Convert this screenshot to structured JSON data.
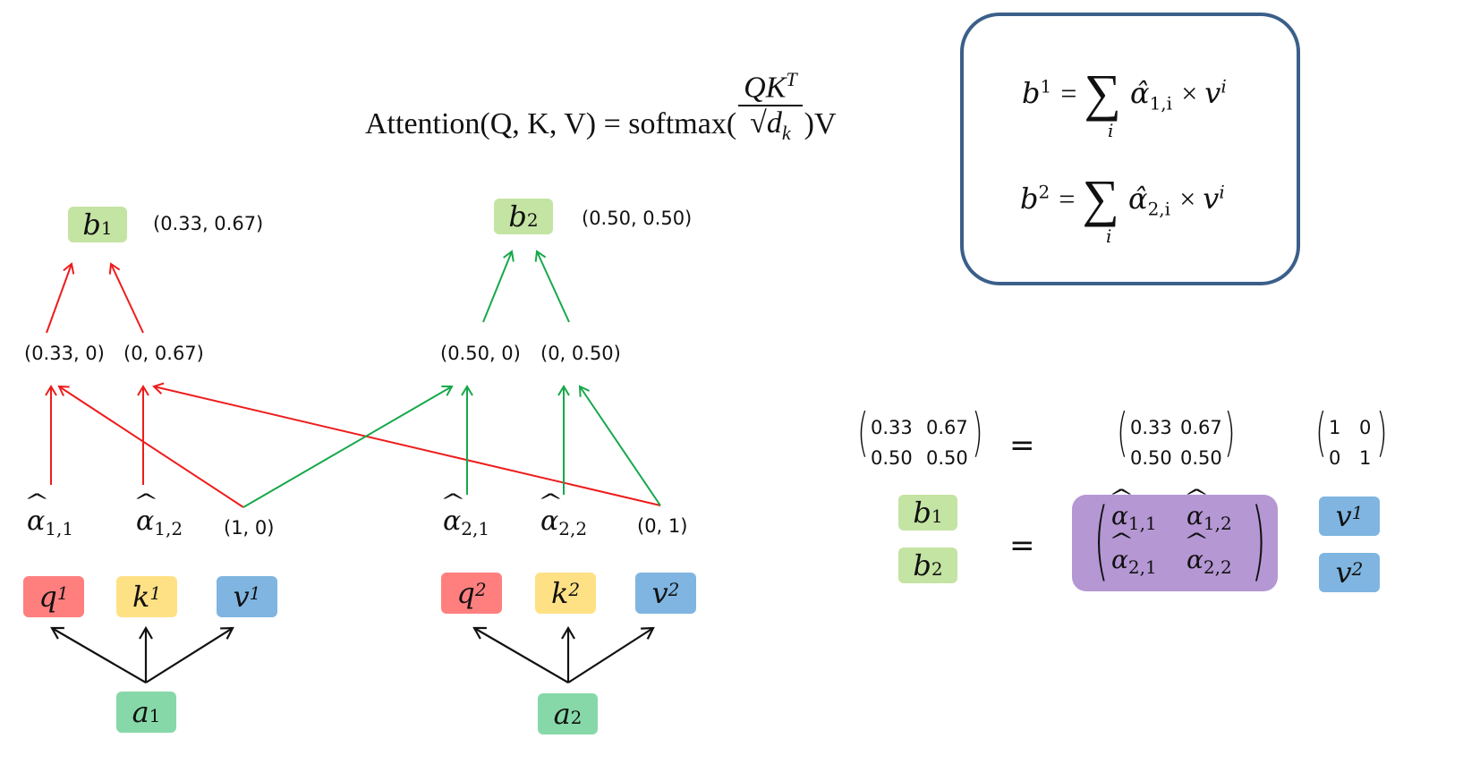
{
  "formula": {
    "lhs": "Attention(Q, K, V) = softmax(",
    "num": "QK",
    "num_sup": "T",
    "den": "d",
    "den_sub": "k",
    "rhs": ")V"
  },
  "summary_box": {
    "line1": {
      "lhs": "b",
      "lhs_sup": "1",
      "sum_index": "i",
      "alpha_sub": "1,i",
      "v_sup": "i"
    },
    "line2": {
      "lhs": "b",
      "lhs_sup": "2",
      "sum_index": "i",
      "alpha_sub": "2,i",
      "v_sup": "i"
    }
  },
  "left_tree": {
    "output": {
      "base": "b",
      "sub": "1"
    },
    "output_value": "(0.33, 0.67)",
    "weighted": [
      "(0.33, 0)",
      "(0, 0.67)"
    ],
    "alphas": [
      {
        "sub": "1,1"
      },
      {
        "sub": "1,2"
      }
    ],
    "value_vec": "(1, 0)",
    "qkv": [
      {
        "base": "q",
        "sup": "1"
      },
      {
        "base": "k",
        "sup": "1"
      },
      {
        "base": "v",
        "sup": "1"
      }
    ],
    "input": {
      "base": "a",
      "sub": "1"
    }
  },
  "right_tree": {
    "output": {
      "base": "b",
      "sub": "2"
    },
    "output_value": "(0.50, 0.50)",
    "weighted": [
      "(0.50, 0)",
      "(0, 0.50)"
    ],
    "alphas": [
      {
        "sub": "2,1"
      },
      {
        "sub": "2,2"
      }
    ],
    "value_vec": "(0, 1)",
    "qkv": [
      {
        "base": "q",
        "sup": "2"
      },
      {
        "base": "k",
        "sup": "2"
      },
      {
        "base": "v",
        "sup": "2"
      }
    ],
    "input": {
      "base": "a",
      "sub": "2"
    }
  },
  "matrix_eq": {
    "result": [
      [
        "0.33",
        "0.67"
      ],
      [
        "0.50",
        "0.50"
      ]
    ],
    "equals": "=",
    "weights": [
      [
        "0.33",
        "0.67"
      ],
      [
        "0.50",
        "0.50"
      ]
    ],
    "values": [
      [
        "1",
        "0"
      ],
      [
        "0",
        "1"
      ]
    ],
    "b_labels": [
      {
        "base": "b",
        "sub": "1"
      },
      {
        "base": "b",
        "sub": "2"
      }
    ],
    "alpha_matrix": [
      [
        "1,1",
        "1,2"
      ],
      [
        "2,1",
        "2,2"
      ]
    ],
    "v_labels": [
      {
        "base": "v",
        "sup": "1"
      },
      {
        "base": "v",
        "sup": "2"
      }
    ]
  },
  "colors": {
    "red_arrow": "#ee1c1c",
    "green_arrow": "#16a84a",
    "black_arrow": "#111111",
    "box_border": "#3b5f8a"
  }
}
